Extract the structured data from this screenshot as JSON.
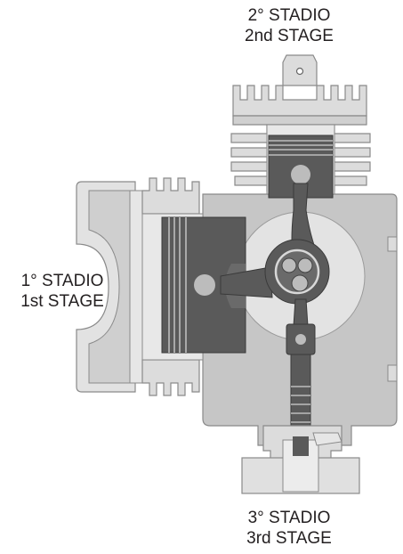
{
  "labels": {
    "stage2": {
      "it": "2° STADIO",
      "en": "2nd STAGE"
    },
    "stage1": {
      "it": "1° STADIO",
      "en": "1st STAGE"
    },
    "stage3": {
      "it": "3° STADIO",
      "en": "3rd STAGE"
    }
  },
  "colors": {
    "casing": "#c6c6c6",
    "casing_light": "#dcdcdc",
    "casing_lighter": "#e8e8e8",
    "outline": "#8a8a8a",
    "dark_part": "#5a5a5a",
    "darker_part": "#3f3f3f",
    "pin": "#bcbcbc",
    "crank_disc": "#e3e3e3"
  }
}
